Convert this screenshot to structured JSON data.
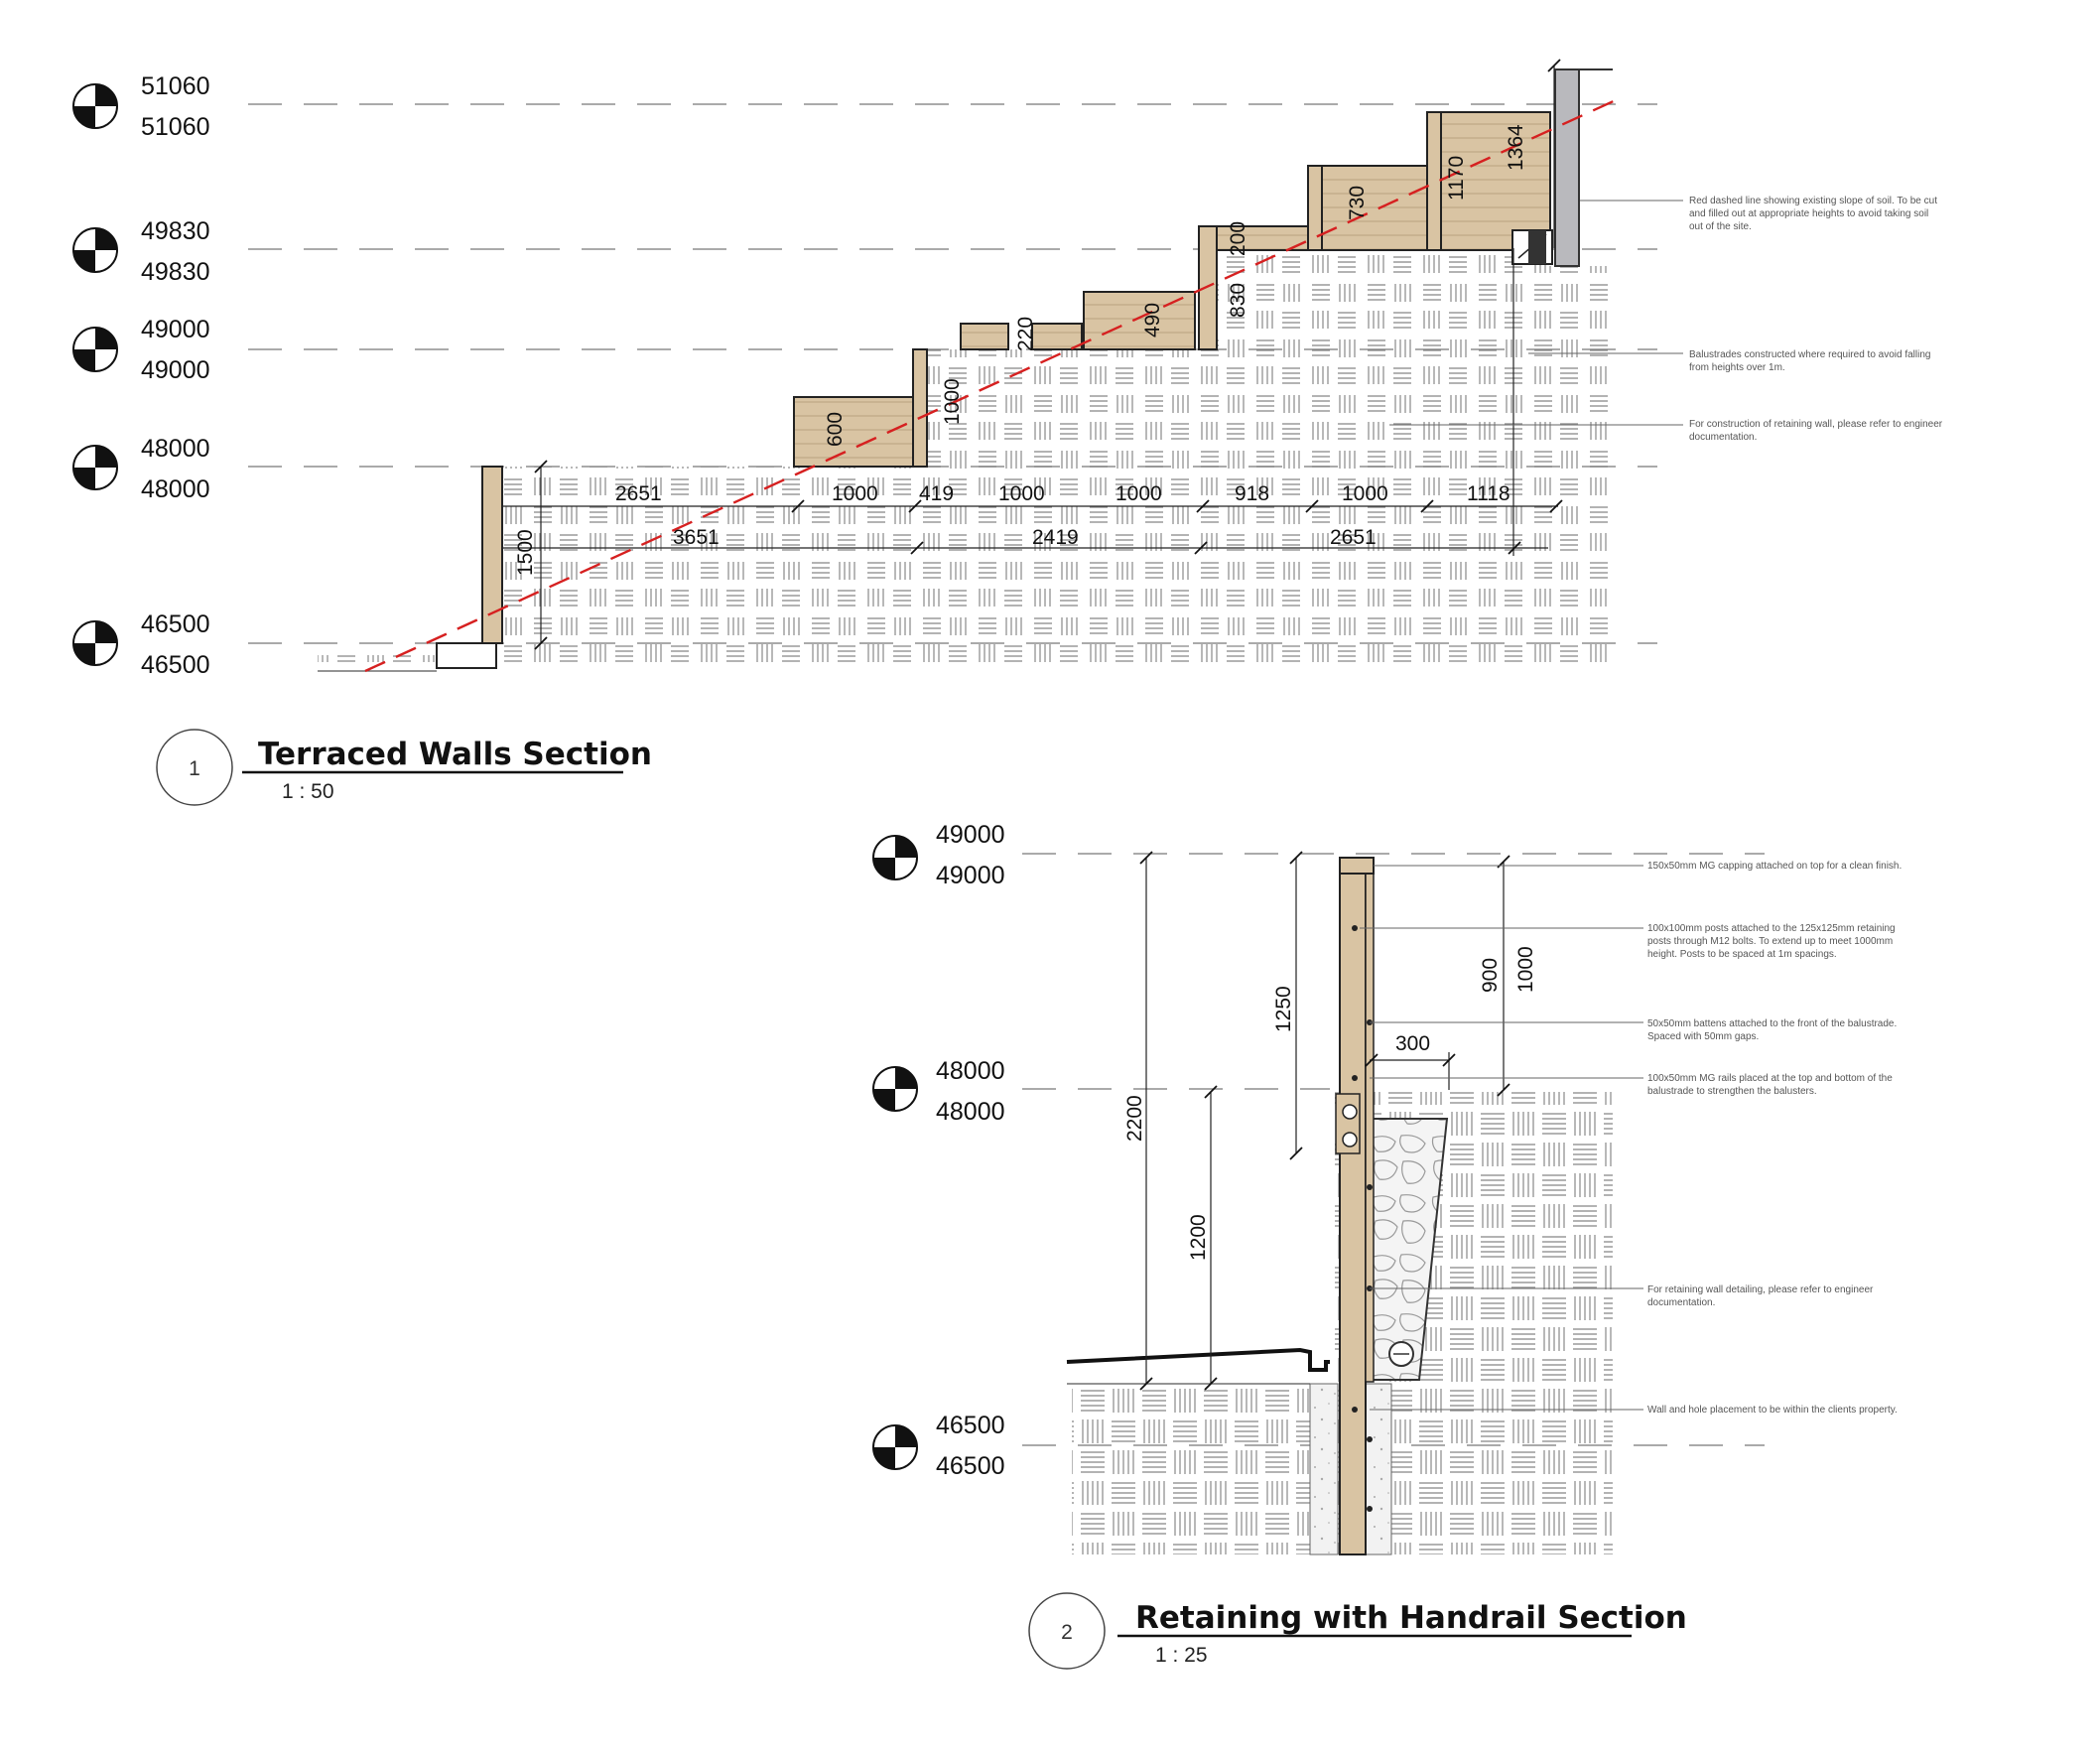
{
  "levels_section1": [
    "51060",
    "49830",
    "49000",
    "48000",
    "46500"
  ],
  "levels_section2": [
    "49000",
    "48000",
    "46500"
  ],
  "section1": {
    "number": "1",
    "title": "Terraced Walls Section",
    "scale": "1 : 50",
    "dims": {
      "wall1_height": "1500",
      "run_2651a": "2651",
      "run_3651": "3651",
      "w600": "600",
      "t1000a": "1000",
      "w1000": "1000",
      "run_419": "419",
      "t1000b": "1000",
      "w220": "220",
      "run_2419": "2419",
      "w490": "490",
      "t1000c": "1000",
      "w830": "830",
      "w200": "200",
      "run_918": "918",
      "w730": "730",
      "t1000d": "1000",
      "run_2651b": "2651",
      "w1170": "1170",
      "run_1118": "1118",
      "w1364": "1364"
    },
    "notes": {
      "slope": [
        "Red dashed line showing existing slope of soil. To be cut",
        "and filled out at appropriate heights to avoid taking soil",
        "out of the site."
      ],
      "balustrade": [
        "Balustrades constructed where required to avoid falling",
        "from heights over 1m."
      ],
      "engineer": [
        "For construction of retaining wall, please refer to engineer",
        "documentation."
      ]
    }
  },
  "section2": {
    "number": "2",
    "title": "Retaining with Handrail Section",
    "scale": "1 : 25",
    "dims": {
      "d2200": "2200",
      "d1250": "1250",
      "d1200": "1200",
      "d300": "300",
      "d900": "900",
      "d1000": "1000"
    },
    "notes": {
      "capping": [
        "150x50mm MG capping attached on top for a clean finish."
      ],
      "posts": [
        "100x100mm posts attached to the 125x125mm retaining",
        "posts through M12 bolts. To extend up to meet 1000mm",
        "height. Posts to be spaced at 1m spacings."
      ],
      "battens": [
        "50x50mm battens attached to the front of the balustrade.",
        "Spaced with 50mm gaps."
      ],
      "rails": [
        "100x50mm MG rails placed at the top and bottom of the",
        "balustrade to strengthen the balusters."
      ],
      "engineer": [
        "For retaining wall detailing, please refer to engineer",
        "documentation."
      ],
      "property": [
        "Wall and hole placement to be within the clients property."
      ]
    }
  },
  "colors": {
    "timber": "#d9c4a3",
    "slope_line": "#d62020",
    "hatch": "#9a9a9a",
    "reference_line": "#777777"
  }
}
